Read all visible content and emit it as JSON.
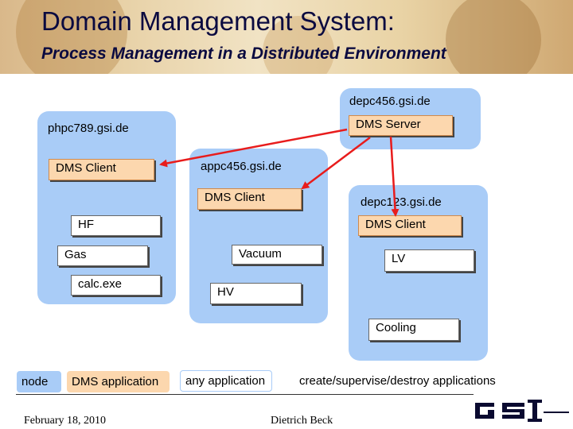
{
  "header": {
    "title": "Domain Management System:",
    "subtitle": "Process Management in a Distributed Environment"
  },
  "nodes": {
    "phpc": {
      "label": "phpc789.gsi.de",
      "items": [
        "DMS Client",
        "HF",
        "Gas",
        "calc.exe"
      ]
    },
    "appc": {
      "label": "appc456.gsi.de",
      "items": [
        "DMS Client",
        "Vacuum",
        "HV"
      ]
    },
    "depc456": {
      "label": "depc456.gsi.de",
      "items": [
        "DMS Server"
      ]
    },
    "depc123": {
      "label": "depc123.gsi.de",
      "items": [
        "DMS Client",
        "LV",
        "Cooling"
      ]
    }
  },
  "legend": {
    "node": "node",
    "dms_application": "DMS application",
    "any_application": "any application",
    "arrow_caption": "create/supervise/destroy applications"
  },
  "footer": {
    "date": "February 18, 2010",
    "author": "Dietrich Beck",
    "logo_text": "GSI"
  },
  "colors": {
    "node_fill": "#a9ccf7",
    "dms_fill": "#fcd7ae",
    "arrow": "#e81c1c",
    "title": "#0a0a40"
  }
}
